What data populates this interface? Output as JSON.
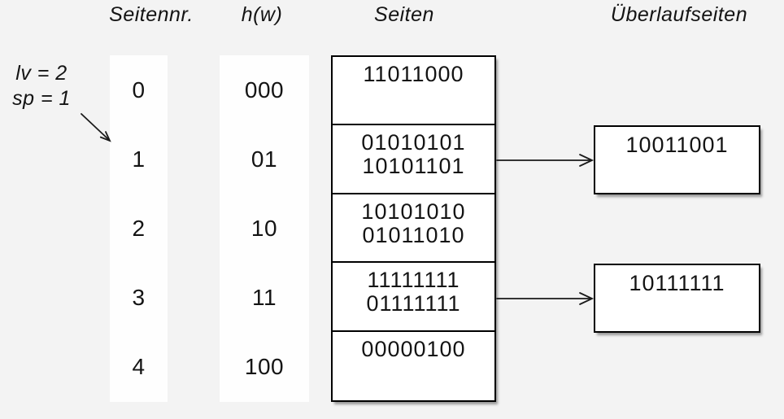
{
  "headers": {
    "seitennr": "Seitennr.",
    "hw": "h(w)",
    "seiten": "Seiten",
    "ueberlauf": "Überlaufseiten"
  },
  "annotation": {
    "line1": "lv = 2",
    "line2": "sp = 1",
    "points_to_row": 1
  },
  "table": {
    "rows": [
      {
        "nr": "0",
        "hash": "000",
        "page_lines": [
          "11011000"
        ]
      },
      {
        "nr": "1",
        "hash": "01",
        "page_lines": [
          "01010101",
          "10101101"
        ]
      },
      {
        "nr": "2",
        "hash": "10",
        "page_lines": [
          "10101010",
          "01011010"
        ]
      },
      {
        "nr": "3",
        "hash": "11",
        "page_lines": [
          "11111111",
          "01111111"
        ]
      },
      {
        "nr": "4",
        "hash": "100",
        "page_lines": [
          "00000100"
        ]
      }
    ]
  },
  "overflow_pages": [
    {
      "value": "10011001",
      "from_row": 1
    },
    {
      "value": "10111111",
      "from_row": 3
    }
  ],
  "colors": {
    "background": "#f3f3f3",
    "box_fill": "#ffffff",
    "box_border": "#000000",
    "text": "#141414"
  }
}
